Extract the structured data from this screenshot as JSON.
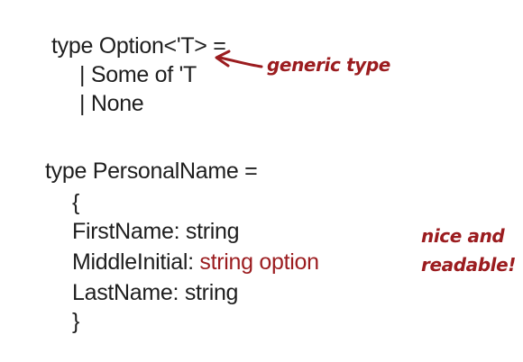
{
  "colors": {
    "text": "#1e1e1e",
    "highlight": "#9b1c1f",
    "annotation": "#9b1c1f",
    "background": "#ffffff"
  },
  "option_block": {
    "line1": "type Option<'T> =",
    "line2": "| Some of 'T",
    "line3": "| None"
  },
  "personal_block": {
    "line1": "type PersonalName =",
    "open_brace": "{",
    "first_name": "FirstName: string",
    "middle_initial_label": "MiddleInitial: ",
    "middle_initial_type": "string option",
    "last_name": "LastName: string",
    "close_brace": "}"
  },
  "annotations": {
    "generic_type": "generic type",
    "nice_and": "nice and",
    "readable": "readable!"
  }
}
